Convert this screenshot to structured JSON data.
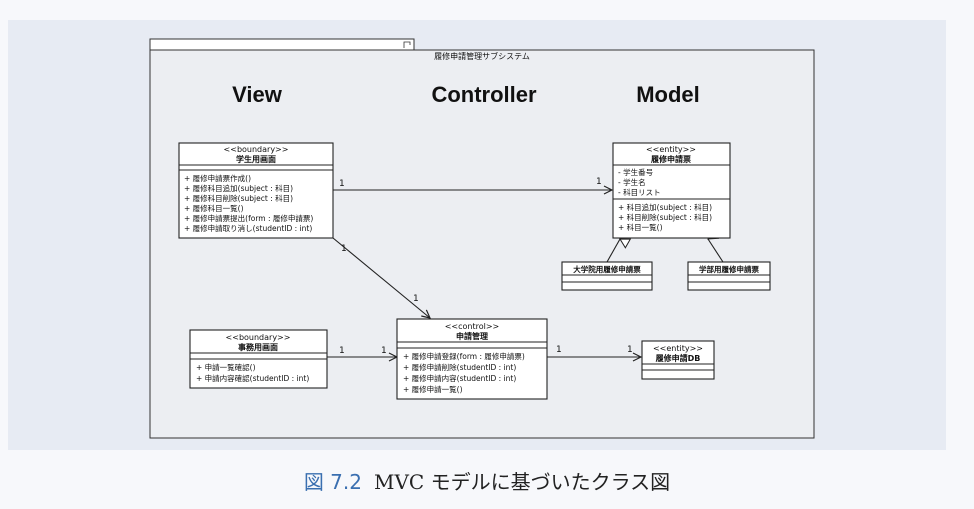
{
  "package": {
    "title": "履修申請管理サブシステム"
  },
  "layers": {
    "view": "View",
    "controller": "Controller",
    "model": "Model"
  },
  "classes": {
    "student_screen": {
      "stereotype": "<<boundary>>",
      "name": "学生用画面",
      "attributes": [],
      "operations": [
        "+ 履修申請票作成()",
        "+ 履修科目追加(subject : 科目)",
        "+ 履修科目削除(subject : 科目)",
        "+ 履修科目一覧()",
        "+ 履修申請票提出(form : 履修申請票)",
        "+ 履修申請取り消し(studentID : int)"
      ]
    },
    "office_screen": {
      "stereotype": "<<boundary>>",
      "name": "事務用画面",
      "attributes": [],
      "operations": [
        "+ 申請一覧確認()",
        "+ 申請内容確認(studentID : int)"
      ]
    },
    "application_mgmt": {
      "stereotype": "<<control>>",
      "name": "申請管理",
      "attributes": [],
      "operations": [
        "+ 履修申請登録(form : 履修申請票)",
        "+ 履修申請削除(studentID : int)",
        "+ 履修申請内容(studentID : int)",
        "+ 履修申請一覧()"
      ]
    },
    "application_form": {
      "stereotype": "<<entity>>",
      "name": "履修申請票",
      "attributes": [
        "- 学生番号",
        "- 学生名",
        "- 科目リスト"
      ],
      "operations": [
        "+ 科目追加(subject : 科目)",
        "+ 科目削除(subject : 科目)",
        "+ 科目一覧()"
      ]
    },
    "grad_form": {
      "name": "大学院用履修申請票"
    },
    "undergrad_form": {
      "name": "学部用履修申請票"
    },
    "application_db": {
      "stereotype": "<<entity>>",
      "name": "履修申請DB"
    }
  },
  "multiplicities": {
    "student_to_form_src": "1",
    "student_to_form_dst": "1",
    "student_to_mgmt_src": "1",
    "student_to_mgmt_dst": "1",
    "office_to_mgmt_src": "1",
    "office_to_mgmt_dst": "1",
    "mgmt_to_db_src": "1",
    "mgmt_to_db_dst": "1"
  },
  "caption": {
    "number": "図 7.2",
    "text": "MVC モデルに基づいたクラス図"
  }
}
